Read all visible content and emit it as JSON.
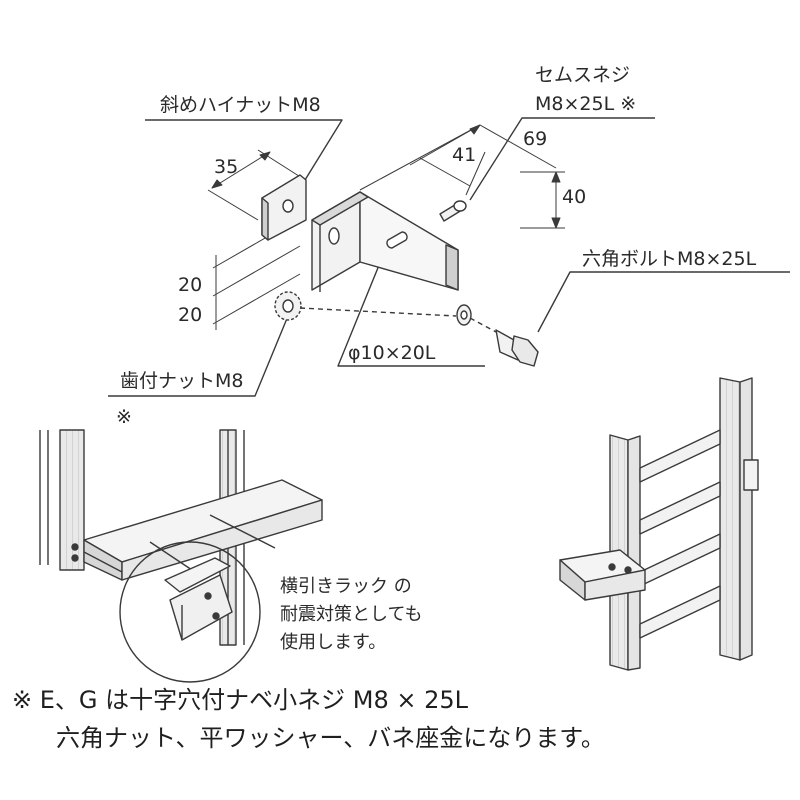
{
  "callouts": {
    "nut_label": "斜めハイナットM8",
    "sems_label_line1": "セムスネジ",
    "sems_label_line2": "M8×25L ※",
    "hex_bolt_label": "六角ボルトM8×25L",
    "toothed_nut_label": "歯付ナットM8",
    "toothed_nut_mark": "※",
    "hole_label": "φ10×20L"
  },
  "dimensions": {
    "d35": "35",
    "d41": "41",
    "d69": "69",
    "d40": "40",
    "d20_upper": "20",
    "d20_lower": "20"
  },
  "usage_note": {
    "line1": "横引きラック の",
    "line2": "耐震対策としても",
    "line3": "使用します。"
  },
  "footnote": {
    "line1": "※ E、G は十字穴付ナベ小ネジ M8 × 25L",
    "line2": "六角ナット、平ワッシャー、バネ座金になります。"
  },
  "colors": {
    "line": "#3a3a3a",
    "part_fill": "#efefef",
    "shade": "#cfcfcf"
  }
}
